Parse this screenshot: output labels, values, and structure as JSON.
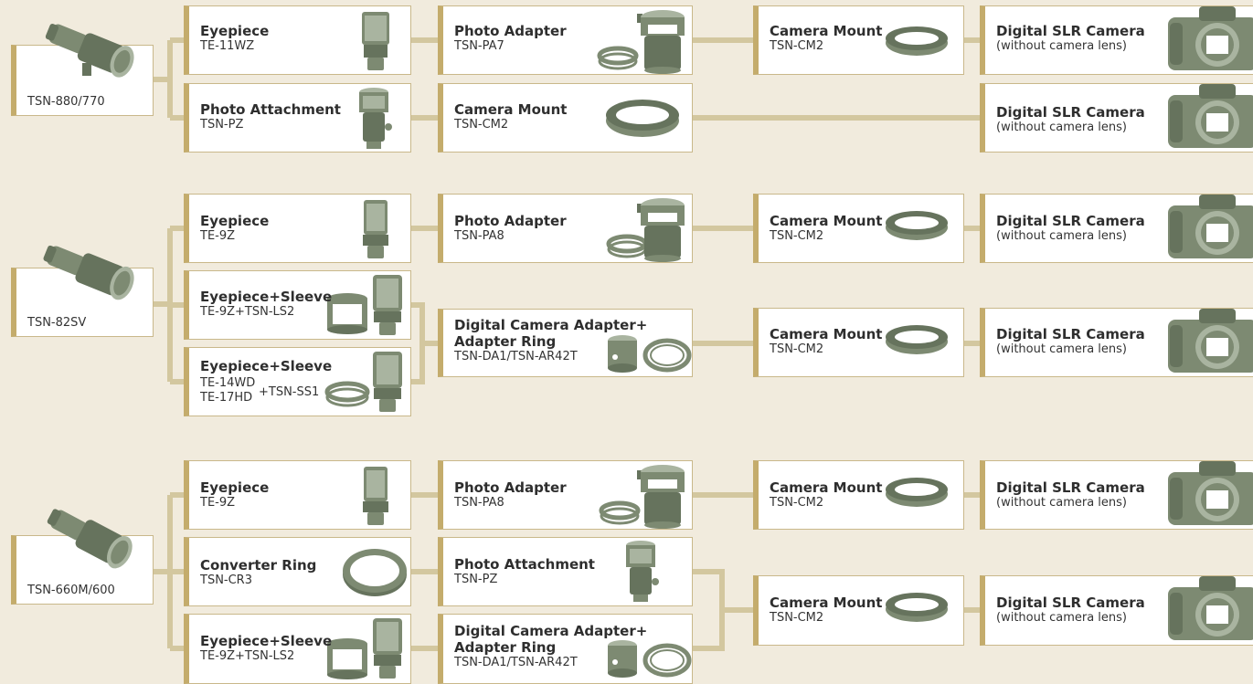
{
  "colors": {
    "background": "#f1ebdd",
    "connector": "#d3c79f",
    "box_border": "#c4ac6c",
    "icon_green": "#7d8a72"
  },
  "groups": [
    {
      "scope": {
        "model": "TSN-880/770"
      },
      "row1": {
        "eyepiece": {
          "title": "Eyepiece",
          "code": "TE-11WZ"
        },
        "adapter": {
          "title": "Photo Adapter",
          "code": "TSN-PA7"
        },
        "mount": {
          "title": "Camera Mount",
          "code": "TSN-CM2"
        },
        "camera": {
          "title": "Digital SLR Camera",
          "note": "(without camera lens)"
        }
      },
      "row2": {
        "attachment": {
          "title": "Photo Attachment",
          "code": "TSN-PZ"
        },
        "mount": {
          "title": "Camera Mount",
          "code": "TSN-CM2"
        },
        "camera": {
          "title": "Digital SLR Camera",
          "note": "(without camera lens)"
        }
      }
    },
    {
      "scope": {
        "model": "TSN-82SV"
      },
      "row1": {
        "eyepiece": {
          "title": "Eyepiece",
          "code": "TE-9Z"
        },
        "adapter": {
          "title": "Photo Adapter",
          "code": "TSN-PA8"
        },
        "mount": {
          "title": "Camera Mount",
          "code": "TSN-CM2"
        },
        "camera": {
          "title": "Digital SLR Camera",
          "note": "(without camera lens)"
        }
      },
      "row2": {
        "sleeve1": {
          "title": "Eyepiece+Sleeve",
          "code": "TE-9Z+TSN-LS2"
        },
        "sleeve2": {
          "title": "Eyepiece+Sleeve",
          "code_a": "TE-14WD",
          "code_b": "TE-17HD",
          "code_suffix": "+TSN-SS1"
        },
        "dca": {
          "title_1": "Digital Camera Adapter+",
          "title_2": "Adapter Ring",
          "code": "TSN-DA1/TSN-AR42T"
        },
        "mount": {
          "title": "Camera Mount",
          "code": "TSN-CM2"
        },
        "camera": {
          "title": "Digital SLR Camera",
          "note": "(without camera lens)"
        }
      }
    },
    {
      "scope": {
        "model": "TSN-660M/600"
      },
      "row1": {
        "eyepiece": {
          "title": "Eyepiece",
          "code": "TE-9Z"
        },
        "adapter": {
          "title": "Photo Adapter",
          "code": "TSN-PA8"
        },
        "mount": {
          "title": "Camera Mount",
          "code": "TSN-CM2"
        },
        "camera": {
          "title": "Digital SLR Camera",
          "note": "(without camera lens)"
        }
      },
      "row2": {
        "converter": {
          "title": "Converter Ring",
          "code": "TSN-CR3"
        },
        "attachment": {
          "title": "Photo Attachment",
          "code": "TSN-PZ"
        },
        "sleeve": {
          "title": "Eyepiece+Sleeve",
          "code": "TE-9Z+TSN-LS2"
        },
        "dca": {
          "title_1": "Digital Camera Adapter+",
          "title_2": "Adapter Ring",
          "code": "TSN-DA1/TSN-AR42T"
        },
        "mount": {
          "title": "Camera Mount",
          "code": "TSN-CM2"
        },
        "camera": {
          "title": "Digital SLR Camera",
          "note": "(without camera lens)"
        }
      }
    }
  ]
}
